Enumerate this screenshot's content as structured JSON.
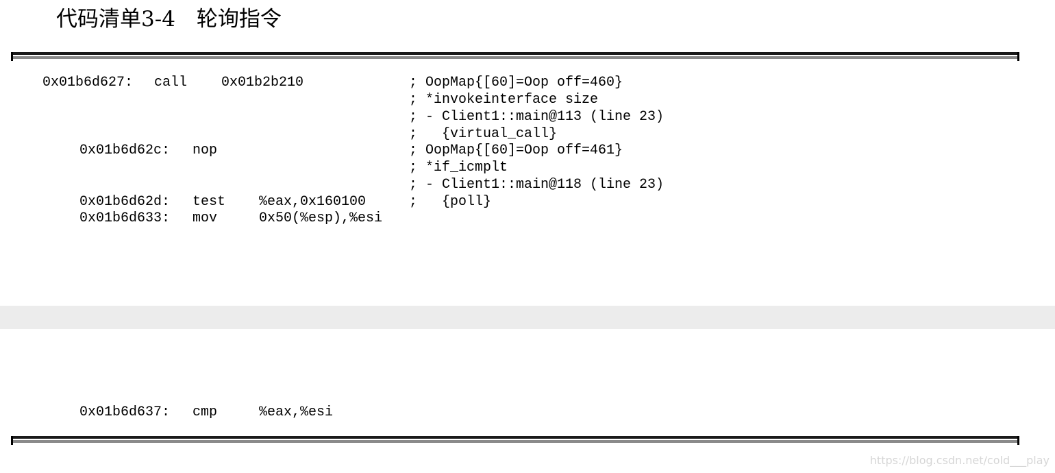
{
  "title": "代码清单3-4　轮询指令",
  "code": {
    "lines": [
      {
        "address": "0x01b6d627:",
        "mnemonic": "call",
        "operand": "0x01b2b210",
        "comment": "; OopMap{[60]=Oop off=460}"
      },
      {
        "comment": "; *invokeinterface size"
      },
      {
        "comment": "; - Client1::main@113 (line 23)"
      },
      {
        "comment": ";   {virtual_call}"
      },
      {
        "address": "0x01b6d62c:",
        "mnemonic": "nop",
        "comment": "; OopMap{[60]=Oop off=461}"
      },
      {
        "comment": "; *if_icmplt"
      },
      {
        "comment": "; - Client1::main@118 (line 23)"
      },
      {
        "address": "0x01b6d62d:",
        "mnemonic": "test",
        "operand": "%eax,0x160100",
        "comment": ";   {poll}"
      },
      {
        "address": "0x01b6d633:",
        "mnemonic": "mov",
        "operand": "0x50(%esp),%esi"
      },
      {
        "address": "0x01b6d637:",
        "mnemonic": "cmp",
        "operand": "%eax,%esi"
      }
    ]
  },
  "watermark": "https://blog.csdn.net/cold___play"
}
